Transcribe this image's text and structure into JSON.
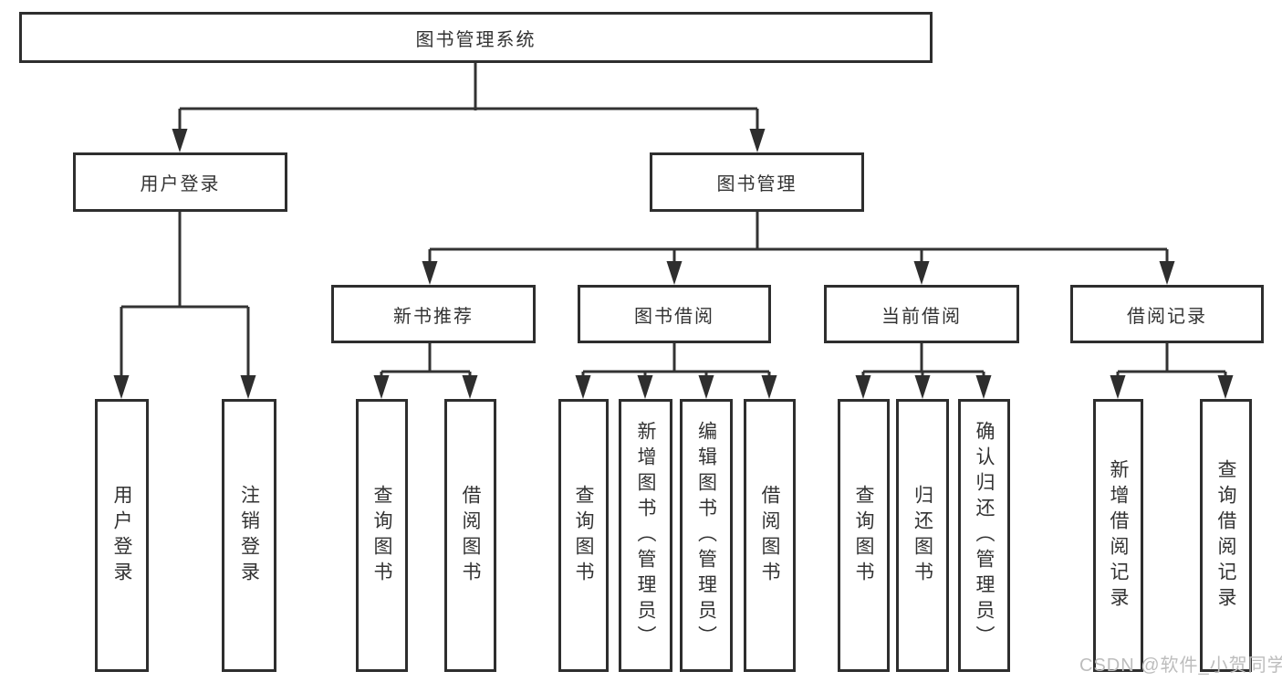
{
  "diagram": {
    "type": "hierarchy-tree",
    "title": "图书管理系统",
    "colors": {
      "line": "#333333",
      "box_border": "#2e2e2e",
      "text": "#333333",
      "watermark": "#bdbdbd",
      "background": "#ffffff"
    },
    "nodes": {
      "root": "图书管理系统",
      "user_login": "用户登录",
      "book_management": "图书管理",
      "new_book_recommend": "新书推荐",
      "book_borrowing": "图书借阅",
      "current_borrowing": "当前借阅",
      "borrowing_records": "借阅记录",
      "leaf_user_login": "用户登录",
      "leaf_logout": "注销登录",
      "leaf_nb_query_books": "查询图书",
      "leaf_nb_borrow_books": "借阅图书",
      "leaf_bb_query_books": "查询图书",
      "leaf_bb_add_books": "新增图书（管理员）",
      "leaf_bb_edit_books": "编辑图书（管理员）",
      "leaf_bb_borrow_books": "借阅图书",
      "leaf_cb_query_books": "查询图书",
      "leaf_cb_return_books": "归还图书",
      "leaf_cb_confirm_return": "确认归还（管理员）",
      "leaf_br_add_record": "新增借阅记录",
      "leaf_br_query_record": "查询借阅记录"
    },
    "edges": [
      [
        "图书管理系统",
        "用户登录"
      ],
      [
        "图书管理系统",
        "图书管理"
      ],
      [
        "用户登录",
        "用户登录(叶)"
      ],
      [
        "用户登录",
        "注销登录"
      ],
      [
        "图书管理",
        "新书推荐"
      ],
      [
        "图书管理",
        "图书借阅"
      ],
      [
        "图书管理",
        "当前借阅"
      ],
      [
        "图书管理",
        "借阅记录"
      ],
      [
        "新书推荐",
        "查询图书"
      ],
      [
        "新书推荐",
        "借阅图书"
      ],
      [
        "图书借阅",
        "查询图书"
      ],
      [
        "图书借阅",
        "新增图书（管理员）"
      ],
      [
        "图书借阅",
        "编辑图书（管理员）"
      ],
      [
        "图书借阅",
        "借阅图书"
      ],
      [
        "当前借阅",
        "查询图书"
      ],
      [
        "当前借阅",
        "归还图书"
      ],
      [
        "当前借阅",
        "确认归还（管理员）"
      ],
      [
        "借阅记录",
        "新增借阅记录"
      ],
      [
        "借阅记录",
        "查询借阅记录"
      ]
    ],
    "watermark": "CSDN @软件_小贺同学"
  }
}
